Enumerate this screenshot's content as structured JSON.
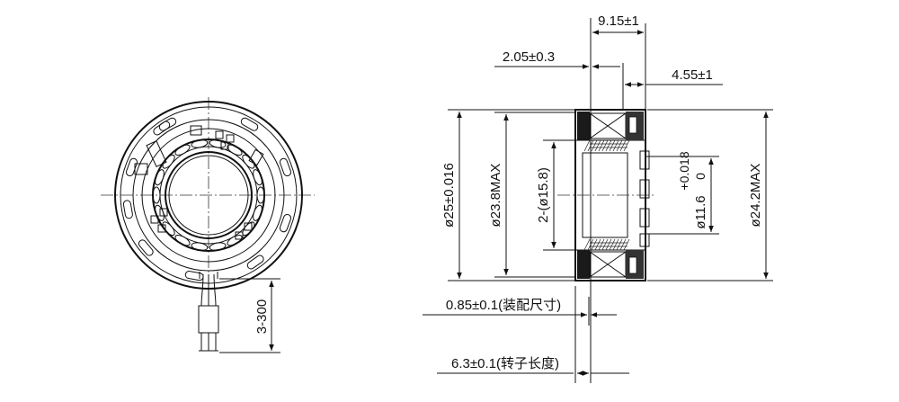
{
  "dimensions": {
    "total_width": "9.15±1",
    "left_offset": "2.05±0.3",
    "right_offset": "4.55±1",
    "outer_diameter": "ø25±0.016",
    "max_diameter_left": "ø23.8MAX",
    "bearing_diameter": "2-(ø15.8)",
    "bore_tol_upper": "+0.018",
    "bore_tol_lower": "0",
    "bore_diameter": "ø11.6",
    "max_diameter_right": "ø24.2MAX",
    "mounting_size": "0.85±0.1(装配尺寸)",
    "rotor_length": "6.3±0.1(转子长度)",
    "lead_length": "3-300"
  }
}
